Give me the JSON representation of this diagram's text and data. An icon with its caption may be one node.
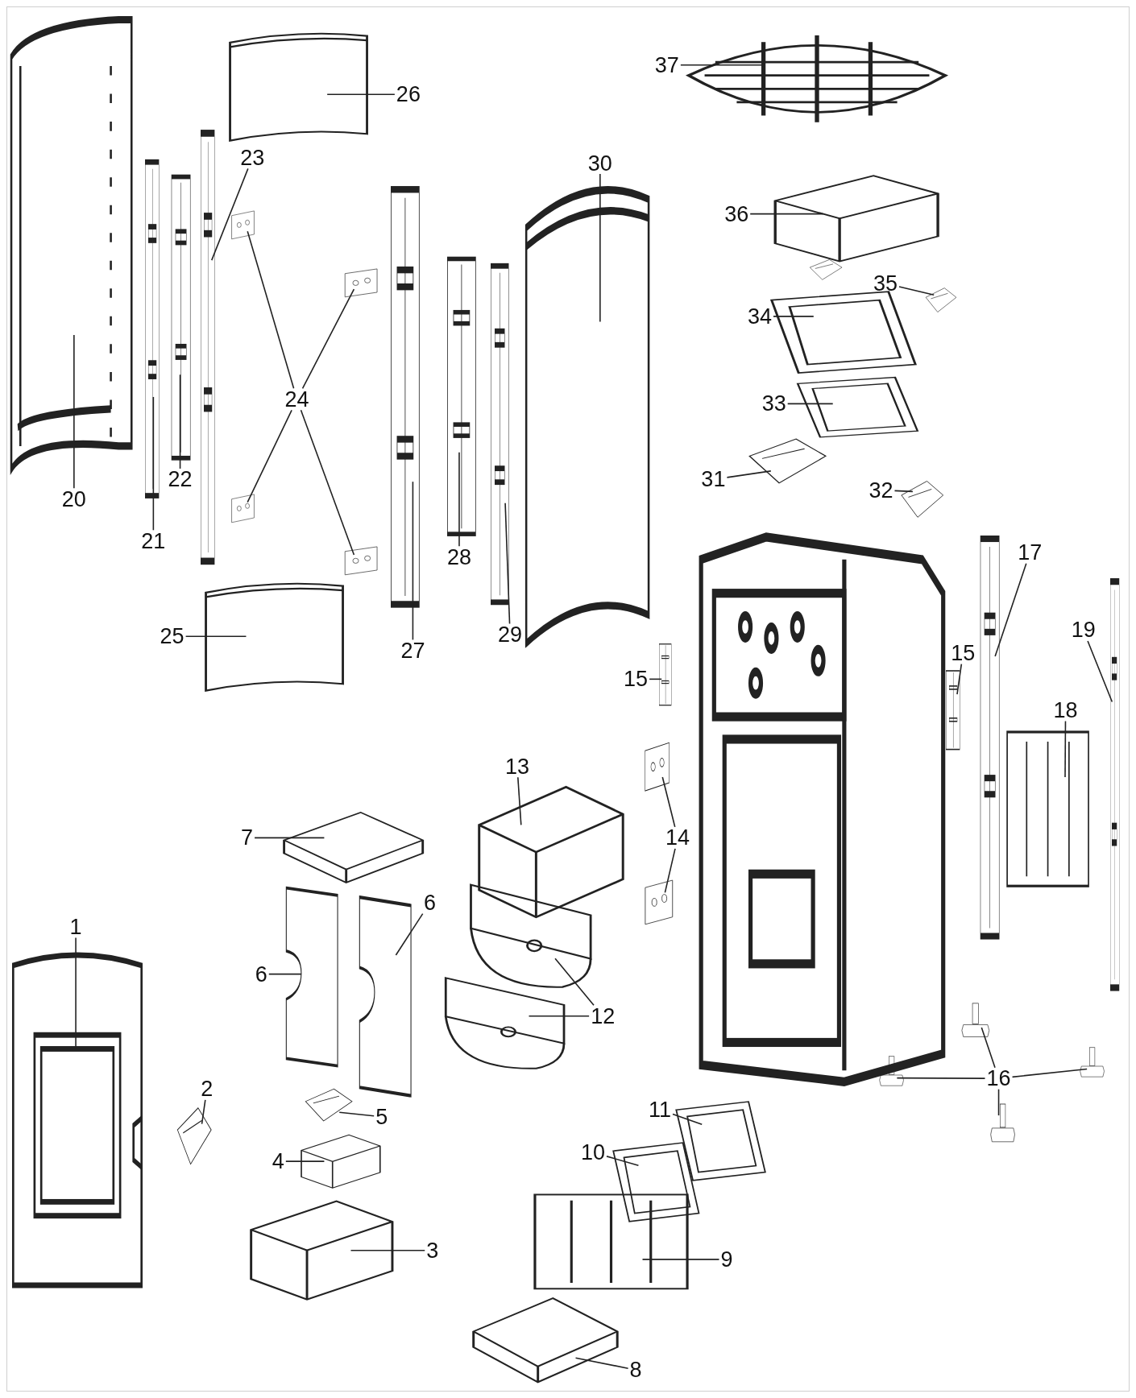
{
  "diagram": {
    "nodes": [
      {
        "text": [
          "1"
        ]
      },
      {
        "text": [],
        "shape": "picture"
      },
      {
        "text": [
          "2"
        ]
      },
      {
        "text": [],
        "shape": "picture"
      },
      {
        "text": [
          "3"
        ]
      },
      {
        "text": [],
        "shape": "picture"
      },
      {
        "text": [
          "4"
        ]
      },
      {
        "text": [],
        "shape": "picture"
      },
      {
        "text": [
          "5"
        ]
      },
      {
        "text": [],
        "shape": "picture"
      },
      {
        "text": [
          "6"
        ]
      },
      {
        "text": [],
        "shape": "picture"
      },
      {
        "text": [
          "6"
        ]
      },
      {
        "text": [],
        "shape": "picture"
      },
      {
        "text": [
          "7"
        ]
      },
      {
        "text": [],
        "shape": "picture"
      },
      {
        "text": [
          "8"
        ]
      },
      {
        "text": [],
        "shape": "picture"
      },
      {
        "text": [
          "9"
        ]
      },
      {
        "text": [],
        "shape": "picture"
      },
      {
        "text": [
          "10"
        ]
      },
      {
        "text": [],
        "shape": "picture"
      },
      {
        "text": [
          "11"
        ]
      },
      {
        "text": [],
        "shape": "picture"
      },
      {
        "text": [
          "12"
        ]
      },
      {
        "text": [],
        "shape": "picture"
      },
      {
        "text": [],
        "shape": "picture"
      },
      {
        "text": [
          "13"
        ]
      },
      {
        "text": [],
        "shape": "picture"
      },
      {
        "text": [
          "14"
        ]
      },
      {
        "text": [],
        "shape": "picture"
      },
      {
        "text": [],
        "shape": "picture"
      },
      {
        "text": [
          "15"
        ]
      },
      {
        "text": [],
        "shape": "picture"
      },
      {
        "text": [
          "15"
        ]
      },
      {
        "text": [],
        "shape": "picture"
      },
      {
        "text": [
          "16"
        ]
      },
      {
        "text": [],
        "shape": "picture"
      },
      {
        "text": [],
        "shape": "picture"
      },
      {
        "text": [],
        "shape": "picture"
      },
      {
        "text": [],
        "shape": "picture"
      },
      {
        "text": [
          "17"
        ]
      },
      {
        "text": [],
        "shape": "picture"
      },
      {
        "text": [
          "18"
        ]
      },
      {
        "text": [],
        "shape": "picture"
      },
      {
        "text": [
          "19"
        ]
      },
      {
        "text": [],
        "shape": "picture"
      },
      {
        "text": [
          "20"
        ]
      },
      {
        "text": [],
        "shape": "picture"
      },
      {
        "text": [
          "21"
        ]
      },
      {
        "text": [],
        "shape": "picture"
      },
      {
        "text": [
          "22"
        ]
      },
      {
        "text": [],
        "shape": "picture"
      },
      {
        "text": [
          "23"
        ]
      },
      {
        "text": [],
        "shape": "picture"
      },
      {
        "text": [
          "24"
        ]
      },
      {
        "text": [],
        "shape": "picture"
      },
      {
        "text": [],
        "shape": "picture"
      },
      {
        "text": [],
        "shape": "picture"
      },
      {
        "text": [],
        "shape": "picture"
      },
      {
        "text": [
          "25"
        ]
      },
      {
        "text": [],
        "shape": "picture"
      },
      {
        "text": [
          "26"
        ]
      },
      {
        "text": [],
        "shape": "picture"
      },
      {
        "text": [
          "27"
        ]
      },
      {
        "text": [],
        "shape": "picture"
      },
      {
        "text": [
          "28"
        ]
      },
      {
        "text": [],
        "shape": "picture"
      },
      {
        "text": [
          "29"
        ]
      },
      {
        "text": [],
        "shape": "picture"
      },
      {
        "text": [
          "30"
        ]
      },
      {
        "text": [],
        "shape": "picture"
      },
      {
        "text": [
          "31"
        ]
      },
      {
        "text": [],
        "shape": "picture"
      },
      {
        "text": [
          "32"
        ]
      },
      {
        "text": [],
        "shape": "picture"
      },
      {
        "text": [
          "33"
        ]
      },
      {
        "text": [],
        "shape": "picture"
      },
      {
        "text": [
          "34"
        ]
      },
      {
        "text": [],
        "shape": "picture"
      },
      {
        "text": [
          "35"
        ]
      },
      {
        "text": [],
        "shape": "picture"
      },
      {
        "text": [
          "36"
        ]
      },
      {
        "text": [],
        "shape": "picture"
      },
      {
        "text": [
          "37"
        ]
      },
      {
        "text": [],
        "shape": "picture"
      },
      {
        "text": [],
        "shape": "picture"
      },
      {
        "text": [],
        "shape": "picture"
      }
    ],
    "edges": [
      {
        "from": 0,
        "to": 1,
        "arrow": "none"
      },
      {
        "from": 2,
        "to": 3,
        "arrow": "none"
      },
      {
        "from": 4,
        "to": 5,
        "arrow": "none"
      },
      {
        "from": 6,
        "to": 7,
        "arrow": "none"
      },
      {
        "from": 8,
        "to": 9,
        "arrow": "none"
      },
      {
        "from": 10,
        "to": 11,
        "arrow": "none"
      },
      {
        "from": 12,
        "to": 13,
        "arrow": "none"
      },
      {
        "from": 14,
        "to": 15,
        "arrow": "none"
      },
      {
        "from": 16,
        "to": 17,
        "arrow": "none"
      },
      {
        "from": 18,
        "to": 19,
        "arrow": "none"
      },
      {
        "from": 20,
        "to": 21,
        "arrow": "none"
      },
      {
        "from": 22,
        "to": 23,
        "arrow": "none"
      },
      {
        "from": 24,
        "to": 25,
        "arrow": "none"
      },
      {
        "from": 24,
        "to": 26,
        "arrow": "none"
      },
      {
        "from": 27,
        "to": 28,
        "arrow": "none"
      },
      {
        "from": 29,
        "to": 30,
        "arrow": "none"
      },
      {
        "from": 29,
        "to": 31,
        "arrow": "none"
      },
      {
        "from": 32,
        "to": 33,
        "arrow": "none"
      },
      {
        "from": 34,
        "to": 35,
        "arrow": "none"
      },
      {
        "from": 36,
        "to": 37,
        "arrow": "none"
      },
      {
        "from": 36,
        "to": 38,
        "arrow": "none"
      },
      {
        "from": 36,
        "to": 39,
        "arrow": "none"
      },
      {
        "from": 36,
        "to": 40,
        "arrow": "none"
      },
      {
        "from": 41,
        "to": 42,
        "arrow": "none"
      },
      {
        "from": 43,
        "to": 44,
        "arrow": "none"
      },
      {
        "from": 45,
        "to": 46,
        "arrow": "none"
      },
      {
        "from": 47,
        "to": 48,
        "arrow": "none"
      },
      {
        "from": 49,
        "to": 50,
        "arrow": "none"
      },
      {
        "from": 51,
        "to": 52,
        "arrow": "none"
      },
      {
        "from": 53,
        "to": 54,
        "arrow": "none"
      },
      {
        "from": 55,
        "to": 56,
        "arrow": "none"
      },
      {
        "from": 55,
        "to": 57,
        "arrow": "none"
      },
      {
        "from": 55,
        "to": 58,
        "arrow": "none"
      },
      {
        "from": 55,
        "to": 59,
        "arrow": "none"
      },
      {
        "from": 60,
        "to": 61,
        "arrow": "none"
      },
      {
        "from": 62,
        "to": 63,
        "arrow": "none"
      },
      {
        "from": 64,
        "to": 65,
        "arrow": "none"
      },
      {
        "from": 66,
        "to": 67,
        "arrow": "none"
      },
      {
        "from": 68,
        "to": 69,
        "arrow": "none"
      },
      {
        "from": 70,
        "to": 71,
        "arrow": "none"
      },
      {
        "from": 72,
        "to": 73,
        "arrow": "none"
      },
      {
        "from": 74,
        "to": 75,
        "arrow": "none"
      },
      {
        "from": 76,
        "to": 77,
        "arrow": "none"
      },
      {
        "from": 78,
        "to": 79,
        "arrow": "none"
      },
      {
        "from": 80,
        "to": 81,
        "arrow": "none"
      },
      {
        "from": 82,
        "to": 83,
        "arrow": "none"
      },
      {
        "from": 84,
        "to": 85,
        "arrow": "none"
      }
    ]
  }
}
